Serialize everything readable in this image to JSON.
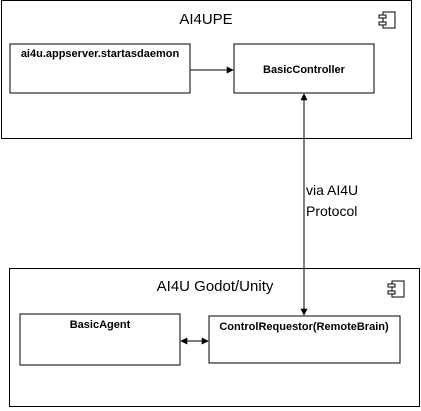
{
  "diagram": {
    "upper_component": {
      "title": "AI4UPE",
      "boxes": {
        "startasdaemon": "ai4u.appserver.startasdaemon",
        "basic_controller": "BasicController"
      }
    },
    "lower_component": {
      "title": "AI4U Godot/Unity",
      "boxes": {
        "basic_agent": "BasicAgent",
        "control_requestor": "ControlRequestor(RemoteBrain)"
      }
    },
    "protocol_edge": {
      "label_line1": "via AI4U",
      "label_line2": "Protocol"
    },
    "component_icon": "uml-component-icon",
    "colors": {
      "stroke": "#000000",
      "fill": "#ffffff"
    }
  }
}
